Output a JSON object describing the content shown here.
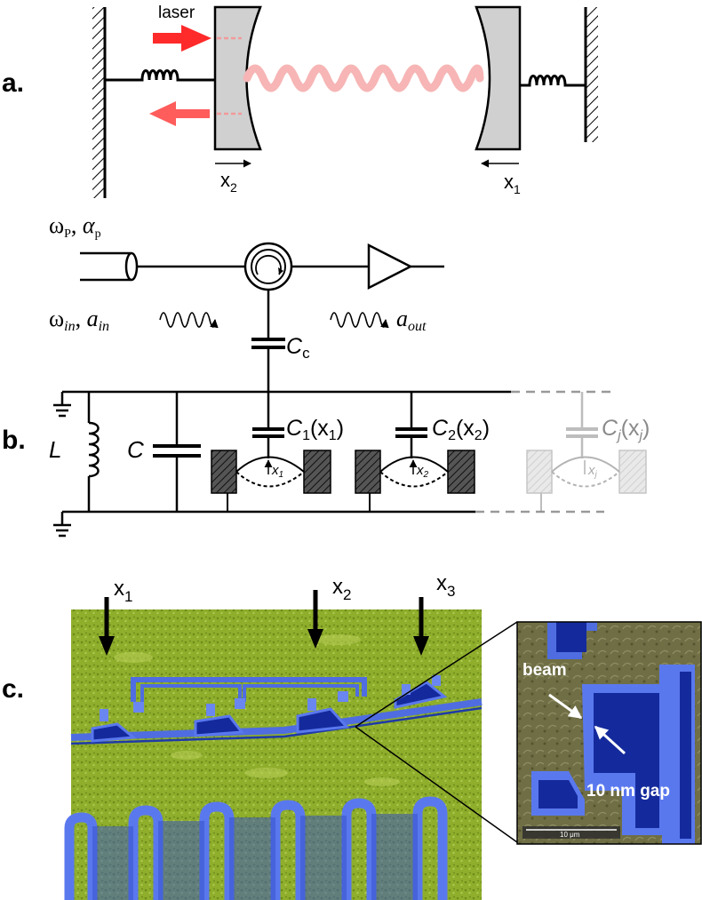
{
  "panels": {
    "a": "a.",
    "b": "b.",
    "c": "c."
  },
  "panel_a": {
    "laser_label": "laser",
    "x2_label": "x",
    "x2_sub": "2",
    "x1_label": "x",
    "x1_sub": "1",
    "colors": {
      "laser": "#ff2a2a",
      "laser_return": "#ff5c5c",
      "cavity_field": "#f7b5b5",
      "mirror": "#d0d0d0"
    }
  },
  "panel_b": {
    "pump_omega": "ω",
    "pump_omega_sub": "P",
    "pump_alpha": "α",
    "pump_alpha_sub": "p",
    "in_omega": "ω",
    "in_omega_sub": "in",
    "in_a": "a",
    "in_a_sub": "in",
    "out_a": "a",
    "out_a_sub": "out",
    "cc_label": "C",
    "cc_sub": "c",
    "L_label": "L",
    "C_label": "C",
    "c1_label": "C",
    "c1_sub": "1",
    "c1_arg": "(x",
    "c1_arg_sub": "1",
    "c1_close": ")",
    "c2_label": "C",
    "c2_sub": "2",
    "c2_arg": "(x",
    "c2_arg_sub": "2",
    "c2_close": ")",
    "cj_label": "C",
    "cj_sub": "j",
    "cj_arg": "(x",
    "cj_arg_sub": "j",
    "cj_close": ")",
    "beam1_label": "x",
    "beam1_sub": "1",
    "beam2_label": "x",
    "beam2_sub": "2",
    "beamj_label": "x",
    "beamj_sub": "j"
  },
  "panel_c": {
    "x1_label": "x",
    "x1_sub": "1",
    "x2_label": "x",
    "x2_sub": "2",
    "x3_label": "x",
    "x3_sub": "3",
    "beam_label": "beam",
    "gap_label": "10 nm gap",
    "scale_label": "10 μm",
    "colors": {
      "substrate": "#8cab2a",
      "metal": "#4f6de0",
      "metal_dark": "#142a9c",
      "inset_substrate": "#6b6b40"
    }
  }
}
